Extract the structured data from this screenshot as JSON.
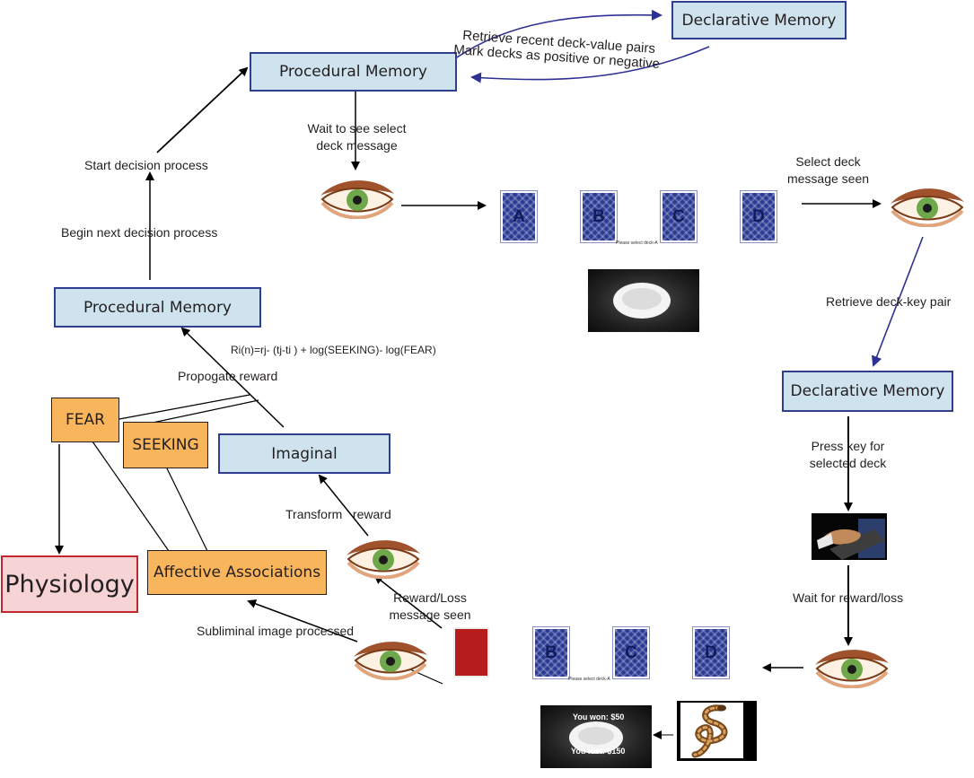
{
  "boxes": {
    "declarative_top": "Declarative Memory",
    "procedural_top": "Procedural Memory",
    "procedural_left": "Procedural Memory",
    "declarative_right": "Declarative Memory",
    "imaginal": "Imaginal",
    "fear": "FEAR",
    "seeking": "SEEKING",
    "affective": "Affective Associations",
    "physiology": "Physiology"
  },
  "labels": {
    "retrieve_pairs": "Retrieve recent deck-value pairs",
    "mark_decks": "Mark decks as positive or negative",
    "wait_select_line1": "Wait to see select",
    "wait_select_line2": "deck message",
    "start_decision": "Start decision process",
    "begin_next": "Begin next decision process",
    "select_seen_line1": "Select deck",
    "select_seen_line2": "message seen",
    "retrieve_key": "Retrieve deck-key pair",
    "press_key_line1": "Press key for",
    "press_key_line2": "selected deck",
    "wait_reward": "Wait for reward/loss",
    "formula": "Ri(n)=rj- (tj-ti ) + log(SEEKING)- log(FEAR)",
    "propagate": "Propogate reward",
    "transform": "Transform   reward",
    "reward_seen_line1": "Reward/Loss",
    "reward_seen_line2": "message seen",
    "subliminal": "Subliminal image processed"
  },
  "deck_row_top": {
    "cards": [
      "A",
      "B",
      "C",
      "D"
    ],
    "prompt": "Please select deck-A"
  },
  "deck_row_bottom": {
    "cards": [
      "B",
      "C",
      "D"
    ],
    "prompt": "Please select deck-A"
  },
  "feedback": {
    "won": "You won: $50",
    "lost": "You lost: $150"
  },
  "colors": {
    "memory_box": "#cfe3ee",
    "memory_border": "#2e3f8f",
    "affect_box": "#f9b55c",
    "physiology_box": "#f6d3d5",
    "physiology_border": "#c1272d",
    "arrow_blue": "#2e3192",
    "card_back": "#2a3a93",
    "red_card": "#b71c1c"
  },
  "icons": [
    "eye-icon",
    "deck-card-icon",
    "bowl-photo",
    "keyboard-hand-photo",
    "snake-photo"
  ]
}
